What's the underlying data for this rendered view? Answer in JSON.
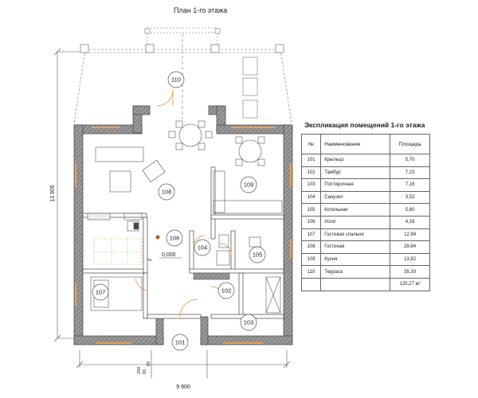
{
  "plan": {
    "title": "План 1-го этажа",
    "dim_width": "9 800",
    "dim_height": "13 905",
    "dim_small_a": "250",
    "dim_small_b": "65",
    "dim_small_c": "65",
    "level_mark": "0,000",
    "stair_mark": "2",
    "rooms": [
      "110",
      "108",
      "109",
      "106",
      "104",
      "105",
      "107",
      "102",
      "103",
      "101"
    ]
  },
  "legend": {
    "title": "Экспликация помещений 1-го этажа",
    "headers": [
      "№",
      "Наименование",
      "Площадь"
    ],
    "rows": [
      [
        "101",
        "Крыльцо",
        "5,70"
      ],
      [
        "102",
        "Тамбур",
        "7,23"
      ],
      [
        "103",
        "Постирочная",
        "7,16"
      ],
      [
        "104",
        "Санузел",
        "3,52"
      ],
      [
        "105",
        "Котельная",
        "5,60"
      ],
      [
        "106",
        "Холл",
        "4,16"
      ],
      [
        "107",
        "Гостевая спальня",
        "12,94"
      ],
      [
        "108",
        "Гостиная",
        "29,84"
      ],
      [
        "109",
        "Кухня",
        "13,82"
      ],
      [
        "110",
        "Терраса",
        "35,30"
      ]
    ],
    "total": "125,27 м²"
  },
  "colors": {
    "wall": "#8a8a8a",
    "wall_dark": "#444444",
    "window": "#f0a050",
    "door": "#f0a050",
    "line": "#555555"
  }
}
